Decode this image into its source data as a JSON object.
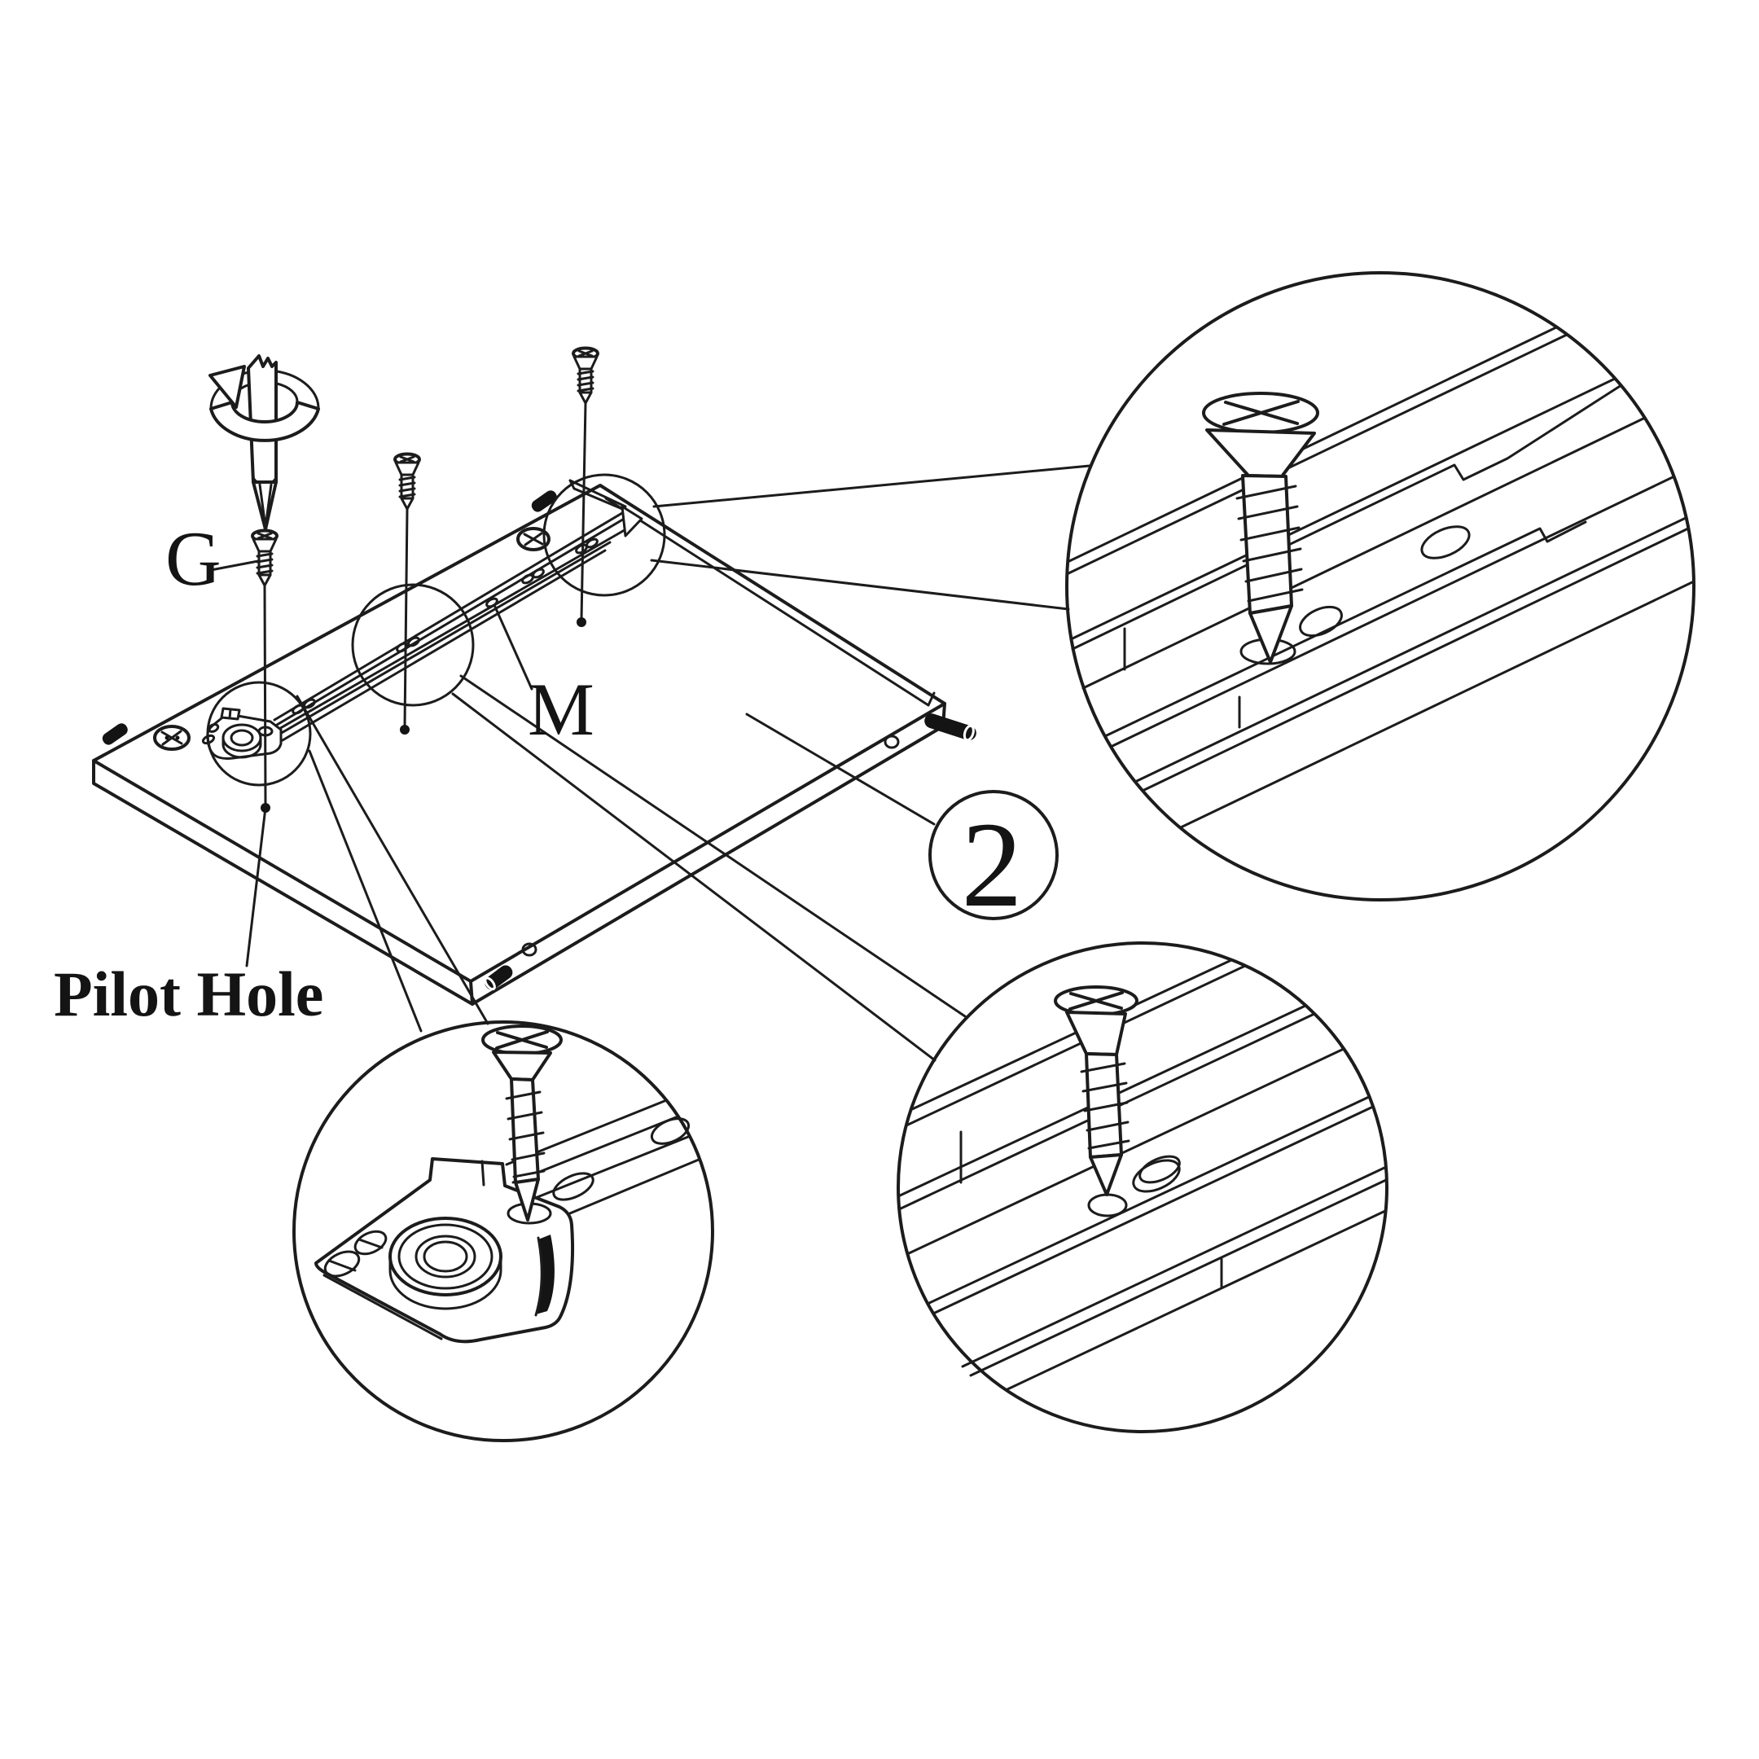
{
  "labels": {
    "part_g": "G",
    "part_m": "M",
    "panel_number": "2",
    "pilot_hole": "Pilot Hole"
  },
  "colors": {
    "line": "#1c1c1c",
    "dark": "#141414",
    "background": "#ffffff"
  }
}
